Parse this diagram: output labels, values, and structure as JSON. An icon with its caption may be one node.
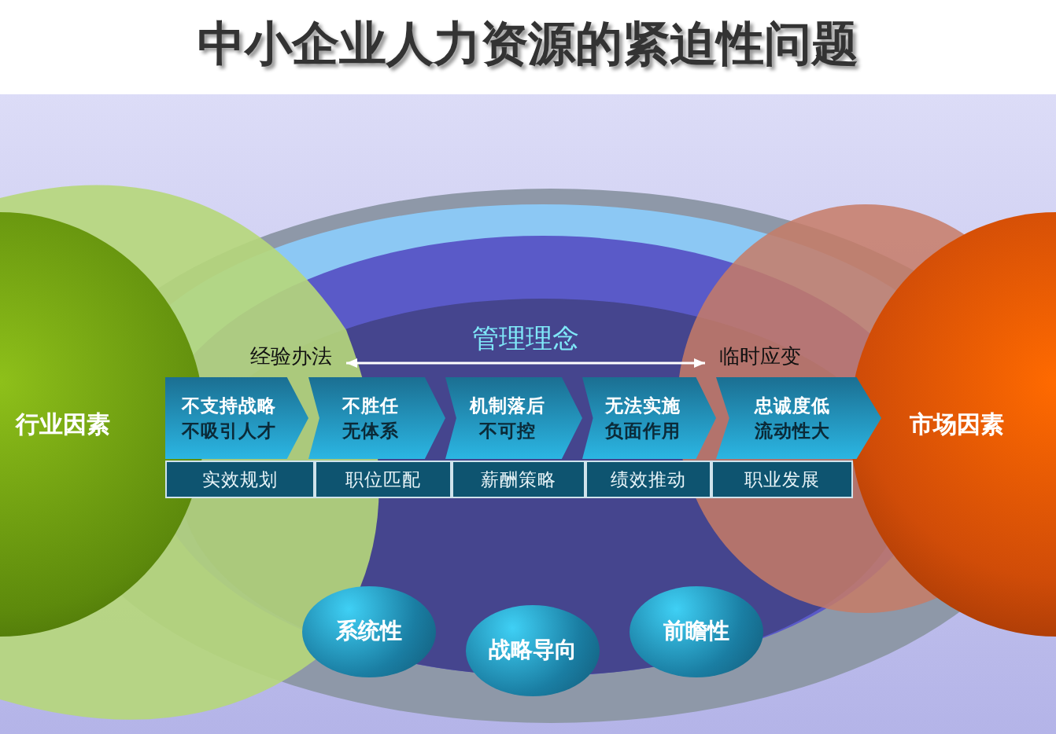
{
  "diagram": {
    "title": "中小企业人力资源的紧迫性问题",
    "nodes": [
      {
        "text": [
          "行业因素"
        ]
      },
      {
        "text": [
          "经验办法"
        ]
      },
      {
        "text": [
          "临时应变"
        ]
      },
      {
        "text": [
          "市场因素"
        ]
      },
      {
        "text": [
          "不支持战略",
          "不吸引人才"
        ]
      },
      {
        "text": [
          "不胜任",
          "无体系"
        ]
      },
      {
        "text": [
          "机制落后",
          "不可控"
        ]
      },
      {
        "text": [
          "无法实施",
          "负面作用"
        ]
      },
      {
        "text": [
          "忠诚度低",
          "流动性大"
        ]
      },
      {
        "text": [
          "实效规划"
        ]
      },
      {
        "text": [
          "职位匹配"
        ]
      },
      {
        "text": [
          "薪酬策略"
        ]
      },
      {
        "text": [
          "绩效推动"
        ]
      },
      {
        "text": [
          "职业发展"
        ]
      },
      {
        "text": [
          "系统性"
        ]
      },
      {
        "text": [
          "战略导向"
        ]
      },
      {
        "text": [
          "前瞻性"
        ]
      }
    ],
    "edges": [
      {
        "from": 1,
        "to": 2,
        "arrow": "both",
        "label": "管理理念"
      }
    ]
  }
}
